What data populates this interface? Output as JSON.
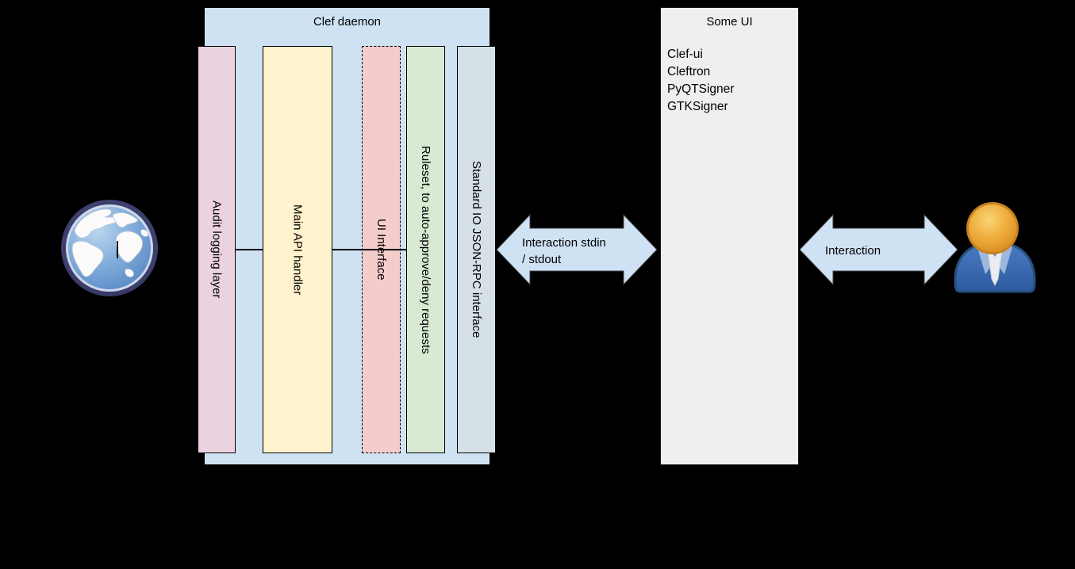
{
  "diagram": {
    "background_color": "#000000",
    "clef_daemon": {
      "title": "Clef daemon",
      "fill": "#cfe2f3",
      "bars": [
        {
          "id": "audit-logging-layer",
          "label": "Audit logging layer",
          "fill": "#ecd2df",
          "border": "solid"
        },
        {
          "id": "main-api-handler",
          "label": "Main API handler",
          "fill": "#fff2cc",
          "border": "solid"
        },
        {
          "id": "ui-interface",
          "label": "UI Interface",
          "fill": "#f4cccc",
          "border": "dashed"
        },
        {
          "id": "ruleset",
          "label": "Ruleset, to auto-approve/deny requests",
          "fill": "#d9ead3",
          "border": "solid"
        },
        {
          "id": "stdio-jsonrpc",
          "label": "Standard IO JSON-RPC interface",
          "fill": "#d5e1e6",
          "border": "solid"
        }
      ]
    },
    "some_ui": {
      "title": "Some UI",
      "fill": "#efefef",
      "items": [
        "Clef-ui",
        "Cleftron",
        "PyQTSigner",
        "GTKSigner"
      ]
    },
    "arrows": [
      {
        "id": "stdin-stdout-arrow",
        "fill": "#cfe2f3",
        "label_line1": "Interaction stdin",
        "label_line2": "/ stdout"
      },
      {
        "id": "user-interaction-arrow",
        "fill": "#cfe2f3",
        "label_line1": "Interaction",
        "label_line2": ""
      }
    ],
    "icons": {
      "left": "globe-icon",
      "right": "person-icon"
    }
  }
}
